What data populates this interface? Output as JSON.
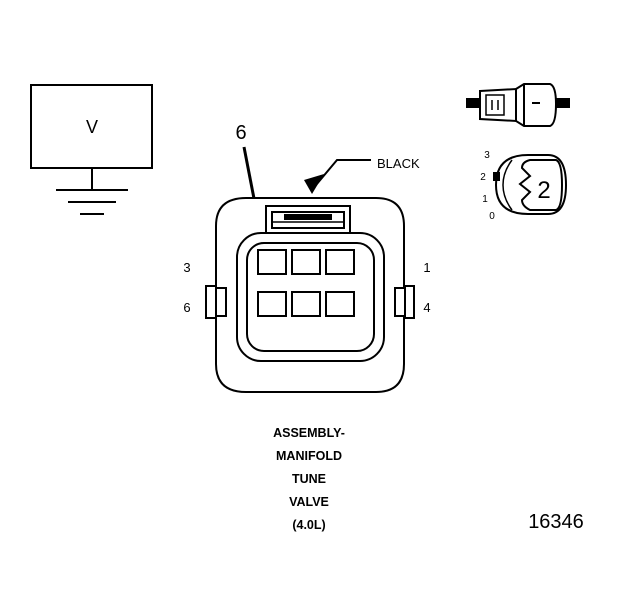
{
  "meter": {
    "symbol": "V"
  },
  "callout": {
    "pin": "6",
    "color_label": "BLACK"
  },
  "pins": {
    "top_left": "3",
    "bottom_left": "6",
    "top_right": "1",
    "bottom_right": "4"
  },
  "range_selector": {
    "position_3": "3",
    "position_2": "2",
    "position_1": "1",
    "position_0": "0",
    "selected": "2"
  },
  "title": {
    "lines": [
      "ASSEMBLY-",
      "MANIFOLD",
      "TUNE",
      "VALVE",
      "(4.0L)"
    ]
  },
  "figure_number": "16346"
}
